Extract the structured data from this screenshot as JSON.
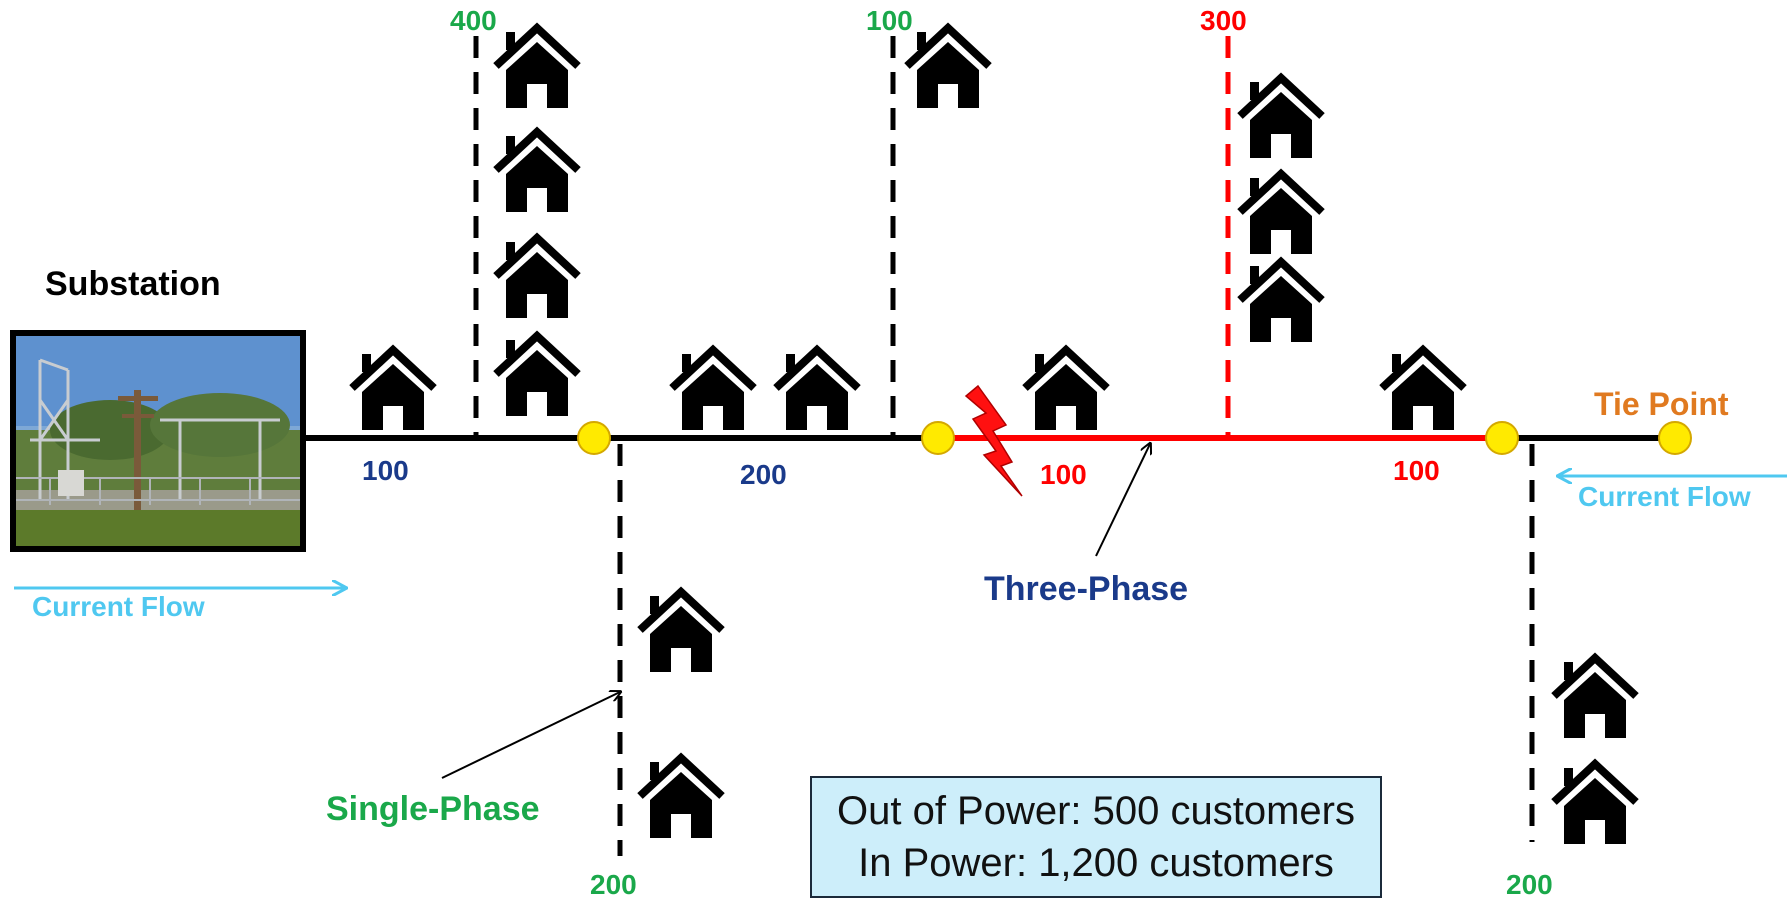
{
  "labels": {
    "substation": "Substation",
    "tie_point": "Tie Point",
    "current_flow_left": "Current Flow",
    "current_flow_right": "Current Flow",
    "three_phase": "Three-Phase",
    "single_phase": "Single-Phase"
  },
  "segments": {
    "seg1": "100",
    "seg2": "200",
    "seg3": "100",
    "seg4": "100"
  },
  "laterals": {
    "lat_a": "400",
    "lat_b": "100",
    "lat_c": "300",
    "lat_d": "200",
    "lat_e": "200"
  },
  "status": {
    "out_of_power": "Out of Power: 500 customers",
    "in_power": "In Power: 1,200 customers"
  },
  "colors": {
    "energized_line": "#000000",
    "faulted_line": "#ff0000",
    "three_phase_text": "#1a3a8a",
    "single_phase_text": "#1aa84a",
    "tie_point_text": "#e07a20",
    "current_flow": "#4fc8f0",
    "switch_fill": "#ffea00"
  },
  "icons": [
    "house-icon",
    "lightning-fault-icon",
    "switch-icon",
    "substation-photo"
  ]
}
